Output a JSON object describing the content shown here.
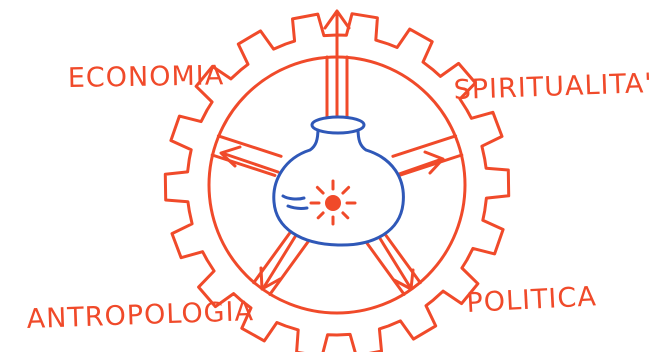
{
  "colors": {
    "accent": "#f04a2a",
    "flask": "#2f58b8",
    "background": "#ffffff"
  },
  "labels": {
    "top_left": "ECONOMIA",
    "top_right": "SPIRITUALITA'",
    "bottom_left": "ANTROPOLOGIA",
    "bottom_right": "POLITICA"
  },
  "icons": {
    "central": "flask-icon",
    "frame": "gear-icon"
  }
}
